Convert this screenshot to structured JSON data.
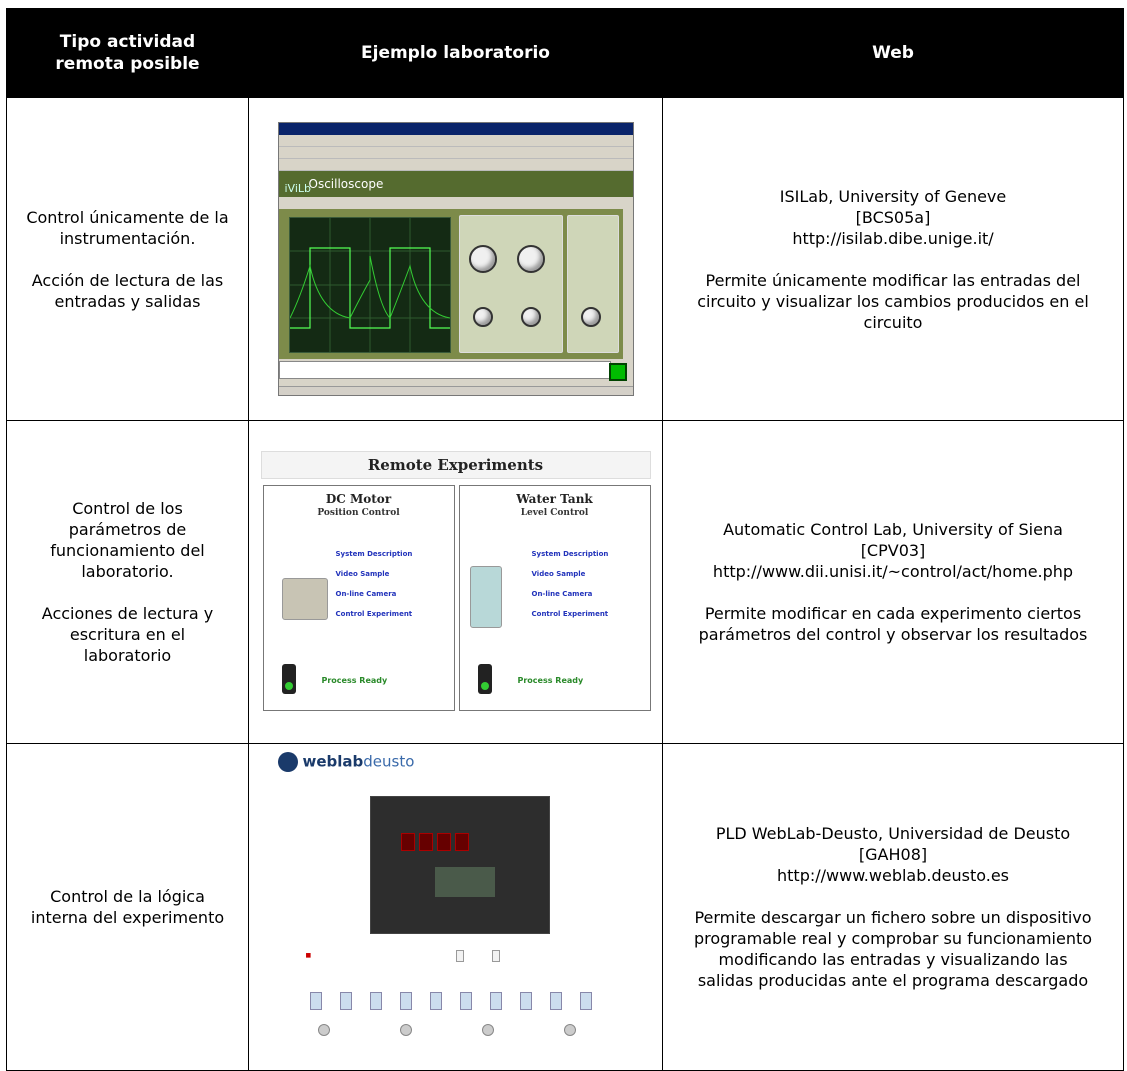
{
  "headers": [
    "Tipo actividad remota posible",
    "Ejemplo laboratorio",
    "Web"
  ],
  "rows": [
    {
      "type_lines": [
        "Control únicamente de la instrumentación.",
        "Acción de lectura de las entradas y salidas"
      ],
      "web_lines": [
        "ISILab, University of Geneve",
        "[BCS05a]",
        "http://isilab.dibe.unige.it/",
        "Permite únicamente modificar las entradas del circuito y visualizar los cambios producidos en el circuito"
      ],
      "example": {
        "title": "Oscilloscope"
      }
    },
    {
      "type_lines": [
        "Control de los parámetros de funcionamiento del laboratorio.",
        "Acciones de lectura y escritura en el laboratorio"
      ],
      "web_lines": [
        "Automatic Control Lab, University of Siena",
        "[CPV03]",
        "http://www.dii.unisi.it/~control/act/home.php",
        "Permite modificar en cada experimento ciertos parámetros del control y observar los resultados"
      ],
      "example": {
        "title": "Remote Experiments",
        "left": {
          "name": "DC Motor",
          "sub": "Position Control"
        },
        "right": {
          "name": "Water Tank",
          "sub": "Level Control"
        },
        "links": [
          "System Description",
          "Video Sample",
          "On-line Camera",
          "Control Experiment"
        ],
        "status": "Process Ready"
      }
    },
    {
      "type_lines": [
        "Control de la lógica interna del experimento"
      ],
      "web_lines": [
        "PLD WebLab-Deusto, Universidad de Deusto",
        "[GAH08]",
        "http://www.weblab.deusto.es",
        "Permite descargar un fichero sobre un dispositivo programable real y comprobar su funcionamiento modificando las entradas y visualizando las salidas producidas ante el programa descargado"
      ],
      "example": {
        "logo_bold": "weblab",
        "logo_light": "deusto"
      }
    }
  ]
}
